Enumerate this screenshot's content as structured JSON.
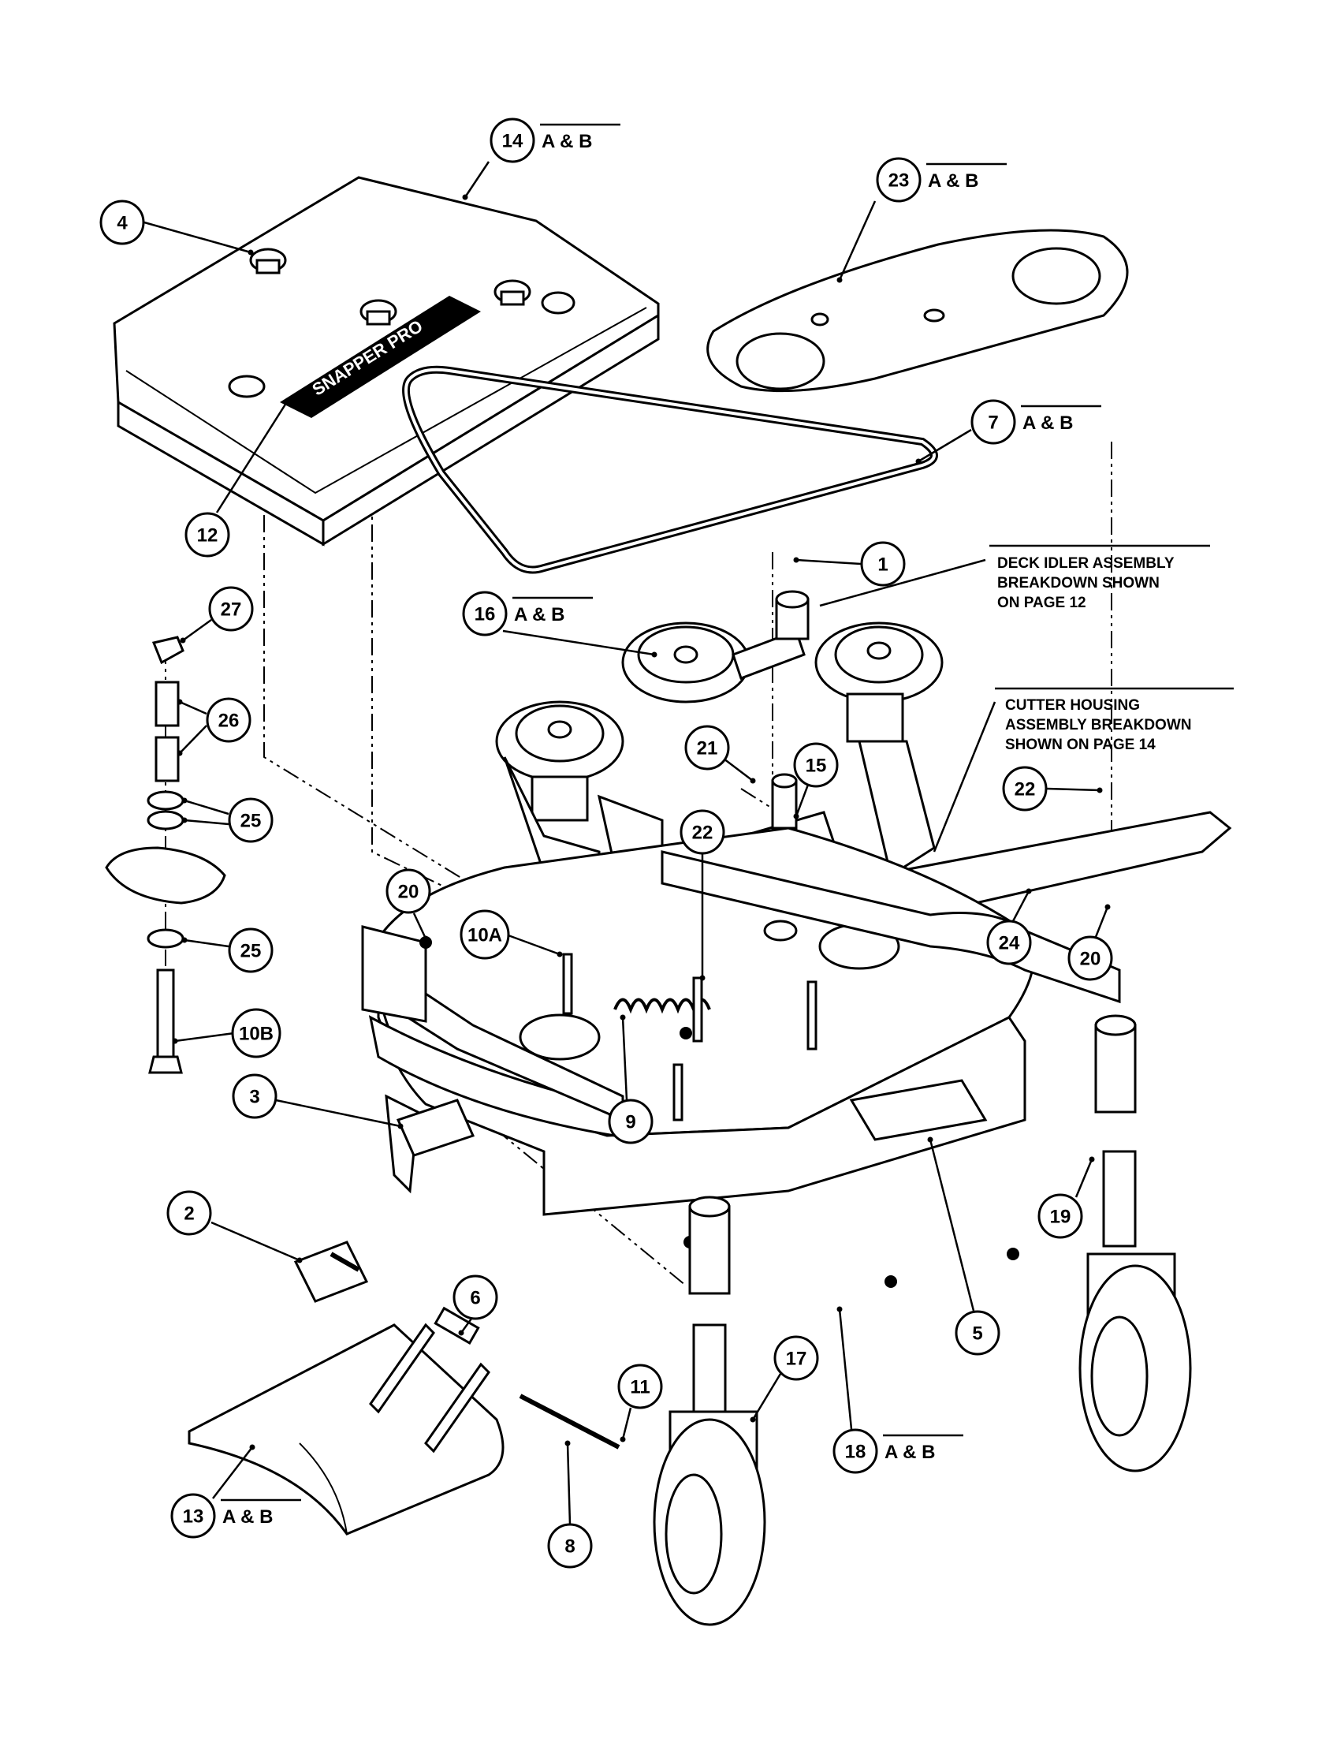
{
  "callouts": [
    {
      "id": "c14",
      "num": "14",
      "suffix": "A & B"
    },
    {
      "id": "c23",
      "num": "23",
      "suffix": "A & B"
    },
    {
      "id": "c4",
      "num": "4",
      "suffix": ""
    },
    {
      "id": "c7",
      "num": "7",
      "suffix": "A & B"
    },
    {
      "id": "c12",
      "num": "12",
      "suffix": ""
    },
    {
      "id": "c1",
      "num": "1",
      "suffix": ""
    },
    {
      "id": "c27",
      "num": "27",
      "suffix": ""
    },
    {
      "id": "c16",
      "num": "16",
      "suffix": "A & B"
    },
    {
      "id": "c26",
      "num": "26",
      "suffix": ""
    },
    {
      "id": "c21",
      "num": "21",
      "suffix": ""
    },
    {
      "id": "c15",
      "num": "15",
      "suffix": ""
    },
    {
      "id": "c22a",
      "num": "22",
      "suffix": ""
    },
    {
      "id": "c22b",
      "num": "22",
      "suffix": ""
    },
    {
      "id": "c25a",
      "num": "25",
      "suffix": ""
    },
    {
      "id": "c20a",
      "num": "20",
      "suffix": ""
    },
    {
      "id": "c10A",
      "num": "10A",
      "suffix": ""
    },
    {
      "id": "c25b",
      "num": "25",
      "suffix": ""
    },
    {
      "id": "c24",
      "num": "24",
      "suffix": ""
    },
    {
      "id": "c20b",
      "num": "20",
      "suffix": ""
    },
    {
      "id": "c10B",
      "num": "10B",
      "suffix": ""
    },
    {
      "id": "c3",
      "num": "3",
      "suffix": ""
    },
    {
      "id": "c9",
      "num": "9",
      "suffix": ""
    },
    {
      "id": "c19",
      "num": "19",
      "suffix": ""
    },
    {
      "id": "c2",
      "num": "2",
      "suffix": ""
    },
    {
      "id": "c6",
      "num": "6",
      "suffix": ""
    },
    {
      "id": "c5",
      "num": "5",
      "suffix": ""
    },
    {
      "id": "c11",
      "num": "11",
      "suffix": ""
    },
    {
      "id": "c17",
      "num": "17",
      "suffix": ""
    },
    {
      "id": "c18",
      "num": "18",
      "suffix": "A & B"
    },
    {
      "id": "c13",
      "num": "13",
      "suffix": "A & B"
    },
    {
      "id": "c8",
      "num": "8",
      "suffix": ""
    }
  ],
  "notes": {
    "deck_idler": [
      "DECK IDLER ASSEMBLY",
      "BREAKDOWN SHOWN",
      "ON PAGE 12"
    ],
    "cutter_housing": [
      "CUTTER HOUSING",
      "ASSEMBLY BREAKDOWN",
      "SHOWN ON PAGE 14"
    ]
  },
  "decal_text": "SNAPPER PRO",
  "colors": {
    "ink": "#000000",
    "paper": "#ffffff"
  }
}
